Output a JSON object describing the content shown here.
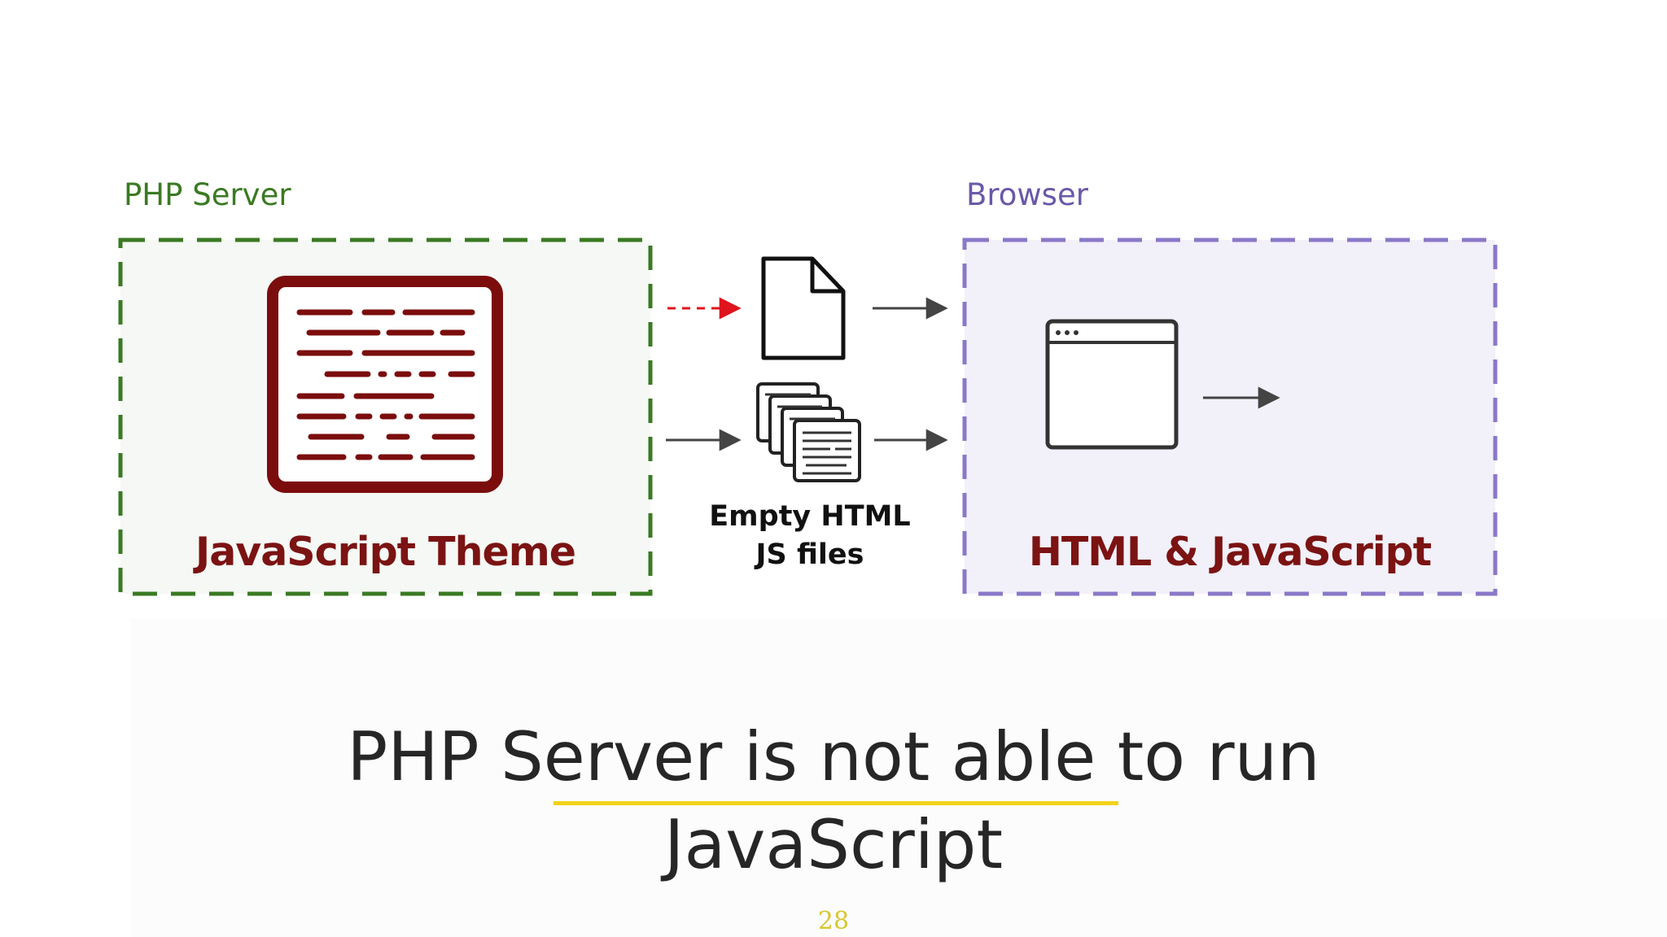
{
  "diagram": {
    "php_server": {
      "label": "PHP Server",
      "caption": "JavaScript Theme",
      "icon": "code-document-icon",
      "color": "#3a7a23",
      "fill": "#f5f8f4"
    },
    "middle": {
      "document_icon": "blank-document-icon",
      "files_icon": "stacked-files-icon",
      "caption_line1": "Empty HTML",
      "caption_line2": "JS files",
      "dashed_arrow_color": "#e0141c"
    },
    "browser": {
      "label": "Browser",
      "caption": "HTML & JavaScript",
      "icon": "browser-window-icon",
      "color": "#8a78c8",
      "fill": "#f2f0f9"
    },
    "accent_dark_red": "#7b1313"
  },
  "headline": {
    "line1": "PHP Server is not able to run",
    "line2": "JavaScript",
    "underline_color": "#f3d21a"
  },
  "page_number": "28"
}
